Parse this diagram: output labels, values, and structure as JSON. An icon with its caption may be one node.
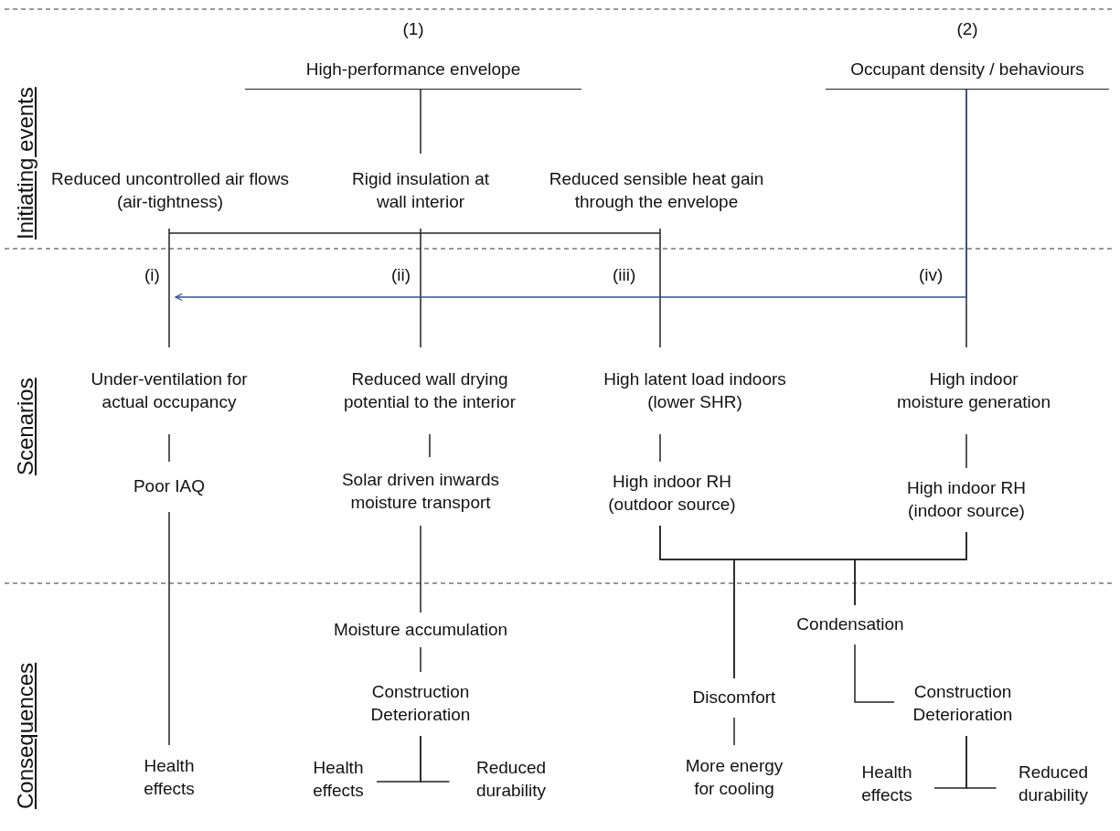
{
  "diagram": {
    "nodes": [
      {
        "text": [
          "(1)",
          "High-performance envelope"
        ]
      },
      {
        "text": [
          "(2)",
          "Occupant density / behaviours"
        ]
      },
      {
        "text": [
          "Reduced uncontrolled air flows (air-tightness)"
        ]
      },
      {
        "text": [
          "Rigid insulation at wall interior"
        ]
      },
      {
        "text": [
          "Reduced sensible heat gain through the envelope"
        ]
      },
      {
        "text": [
          "Under-ventilation for actual occupancy"
        ]
      },
      {
        "text": [
          "Reduced wall drying potential to the interior"
        ]
      },
      {
        "text": [
          "High latent load indoors (lower SHR)"
        ]
      },
      {
        "text": [
          "High indoor moisture generation"
        ]
      },
      {
        "text": [
          "Poor IAQ"
        ]
      },
      {
        "text": [
          "Solar driven inwards moisture transport"
        ]
      },
      {
        "text": [
          "High indoor RH (outdoor source)"
        ]
      },
      {
        "text": [
          "High indoor RH (indoor source)"
        ]
      },
      {
        "text": [
          "Moisture accumulation"
        ]
      },
      {
        "text": [
          "Condensation"
        ]
      },
      {
        "text": [
          "Construction Deterioration"
        ]
      },
      {
        "text": [
          "Discomfort"
        ]
      },
      {
        "text": [
          "Construction Deterioration"
        ]
      },
      {
        "text": [
          "Health effects"
        ]
      },
      {
        "text": [
          "Health effects"
        ]
      },
      {
        "text": [
          "Reduced durability"
        ]
      },
      {
        "text": [
          "More energy for cooling"
        ]
      },
      {
        "text": [
          "Health effects"
        ]
      },
      {
        "text": [
          "Reduced durability"
        ]
      }
    ],
    "edges": [
      {
        "from": 0,
        "to": 3,
        "arrow": "none"
      },
      {
        "from": 2,
        "to": 5,
        "arrow": "none"
      },
      {
        "from": 3,
        "to": 6,
        "arrow": "none"
      },
      {
        "from": 4,
        "to": 7,
        "arrow": "none"
      },
      {
        "from": 1,
        "to": 8,
        "arrow": "none"
      },
      {
        "from": 1,
        "to": 5,
        "arrow": "to",
        "color": "#34508a"
      },
      {
        "from": 5,
        "to": 9,
        "arrow": "none"
      },
      {
        "from": 6,
        "to": 10,
        "arrow": "none"
      },
      {
        "from": 7,
        "to": 11,
        "arrow": "none"
      },
      {
        "from": 8,
        "to": 12,
        "arrow": "none"
      },
      {
        "from": 9,
        "to": 18,
        "arrow": "none"
      },
      {
        "from": 10,
        "to": 13,
        "arrow": "none"
      },
      {
        "from": 13,
        "to": 15,
        "arrow": "none"
      },
      {
        "from": 15,
        "to": 19,
        "arrow": "none"
      },
      {
        "from": 15,
        "to": 20,
        "arrow": "none"
      },
      {
        "from": 11,
        "to": 16,
        "arrow": "none"
      },
      {
        "from": 11,
        "to": 14,
        "arrow": "none"
      },
      {
        "from": 12,
        "to": 16,
        "arrow": "none"
      },
      {
        "from": 12,
        "to": 14,
        "arrow": "none"
      },
      {
        "from": 16,
        "to": 21,
        "arrow": "none"
      },
      {
        "from": 14,
        "to": 17,
        "arrow": "none"
      },
      {
        "from": 17,
        "to": 22,
        "arrow": "none"
      },
      {
        "from": 17,
        "to": 23,
        "arrow": "none"
      }
    ],
    "labels": [
      "Initiating events",
      "Scenarios",
      "Consequences",
      "(i)",
      "(ii)",
      "(iii)",
      "(iv)"
    ]
  }
}
